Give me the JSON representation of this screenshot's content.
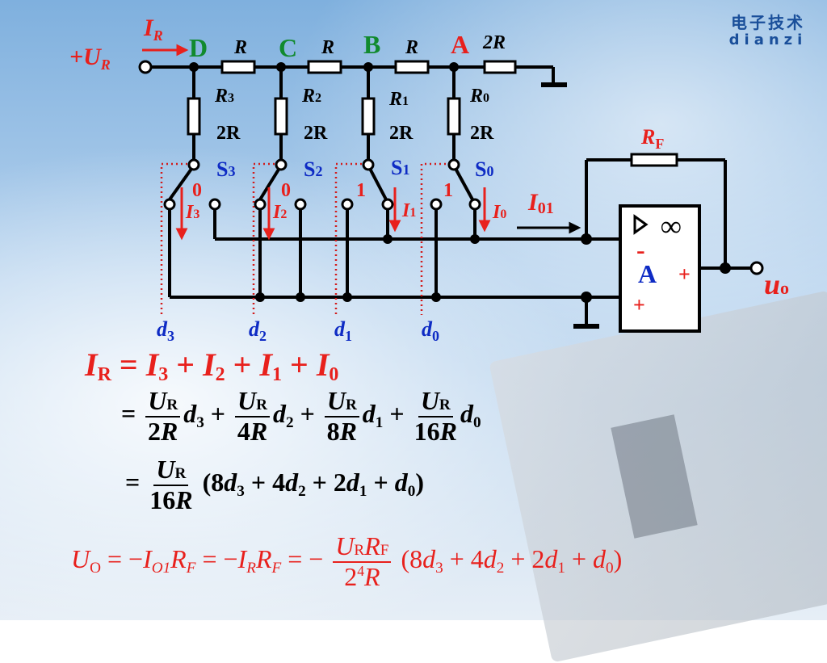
{
  "logo": {
    "chinese": "电子技术",
    "latin": "dianzi"
  },
  "circuit": {
    "input_label": "+U",
    "input_sub": "R",
    "current_label": "I",
    "current_sub": "R",
    "nodes": [
      "D",
      "C",
      "B",
      "A"
    ],
    "series_resistors": [
      "R",
      "R",
      "R",
      "2R"
    ],
    "branch_resistors": [
      {
        "name": "R",
        "sub": "3",
        "value": "2R"
      },
      {
        "name": "R",
        "sub": "2",
        "value": "2R"
      },
      {
        "name": "R",
        "sub": "1",
        "value": "2R"
      },
      {
        "name": "R",
        "sub": "0",
        "value": "2R"
      }
    ],
    "switches": [
      {
        "name": "S",
        "sub": "3",
        "state": "0",
        "current": "I",
        "current_sub": "3",
        "bit": "d",
        "bit_sub": "3"
      },
      {
        "name": "S",
        "sub": "2",
        "state": "0",
        "current": "I",
        "current_sub": "2",
        "bit": "d",
        "bit_sub": "2"
      },
      {
        "name": "S",
        "sub": "1",
        "state": "1",
        "current": "I",
        "current_sub": "1",
        "bit": "d",
        "bit_sub": "1"
      },
      {
        "name": "S",
        "sub": "0",
        "state": "1",
        "current": "I",
        "current_sub": "0",
        "bit": "d",
        "bit_sub": "0"
      }
    ],
    "feedback_resistor": "R",
    "feedback_sub": "F",
    "sum_current": "I",
    "sum_current_sub": "01",
    "opamp_label": "A",
    "opamp_infinity": "∞",
    "opamp_minus": "-",
    "opamp_plus_in": "+",
    "opamp_plus_out": "+",
    "output_label": "u",
    "output_sub": "o"
  },
  "equations": {
    "eq1": {
      "lhs": "I",
      "lhs_sub": "R",
      "terms": [
        "3",
        "2",
        "1",
        "0"
      ]
    },
    "eq2": {
      "num": "U",
      "num_sub": "R",
      "dens": [
        "2",
        "4",
        "8",
        "16"
      ],
      "den_var": "R",
      "d_subs": [
        "3",
        "2",
        "1",
        "0"
      ]
    },
    "eq3": {
      "num": "U",
      "num_sub": "R",
      "den": "16",
      "den_var": "R",
      "coeffs": [
        "8",
        "4",
        "2",
        ""
      ]
    },
    "eq4": {
      "lhs": "U",
      "lhs_sub": "O",
      "part1": "I",
      "part1_sub": "O1",
      "rf": "R",
      "rf_sub": "F",
      "part2_sub": "R",
      "base": "2",
      "exp": "4"
    }
  }
}
